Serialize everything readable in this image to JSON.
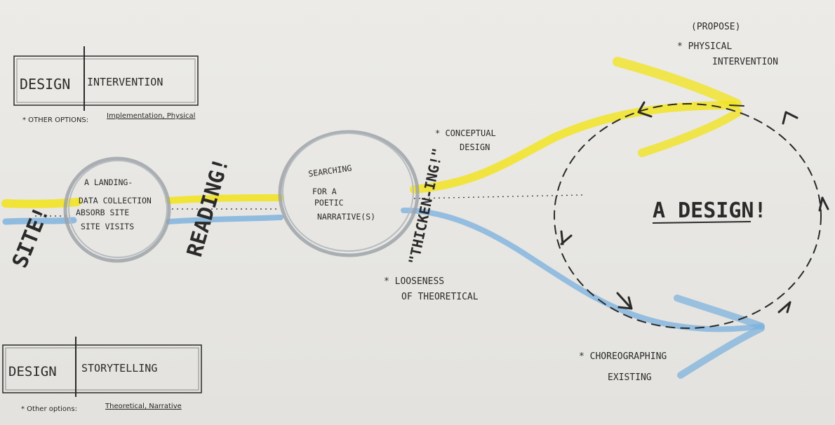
{
  "top_box": {
    "left_label": "DESIGN",
    "right_label": "INTERVENTION",
    "note_prefix": "* OTHER OPTIONS:",
    "note_options": "Implementation, Physical"
  },
  "bottom_box": {
    "left_label": "DESIGN",
    "right_label": "STORYTELLING",
    "note_prefix": "* Other options:",
    "note_options": "Theoretical, Narrative"
  },
  "site_label": "SITE!",
  "reading_label": "READING!",
  "thickening_label": "\"THICKEN-ING!\"",
  "circle1": {
    "lines": [
      "A LANDING-",
      "DATA COLLECTION",
      "ABSORB SITE",
      "SITE VISITS"
    ]
  },
  "circle2": {
    "lines": [
      "SEARCHING",
      "FOR A",
      "POETIC",
      "NARRATIVE(S)"
    ]
  },
  "conceptual": {
    "lines": [
      "* CONCEPTUAL",
      "DESIGN"
    ]
  },
  "looseness": {
    "lines": [
      "* LOOSENESS",
      "OF THEORETICAL"
    ]
  },
  "propose": {
    "lines": [
      "(PROPOSE)",
      "* PHYSICAL",
      "INTERVENTION"
    ]
  },
  "choreo": {
    "lines": [
      "* CHOREOGRAPHING",
      "EXISTING"
    ]
  },
  "center_label": "A DESIGN!",
  "colors": {
    "ink": "#2a2a2a",
    "yellow": "#f2e318",
    "blue": "#7fb3de",
    "pencil": "#9aa0a6"
  }
}
